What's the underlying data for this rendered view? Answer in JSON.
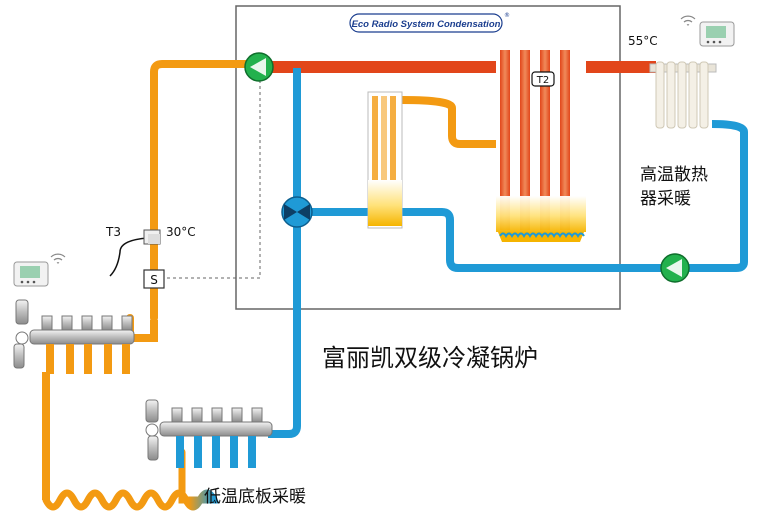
{
  "brand": {
    "logo_text": "Eco Radio System Condensation",
    "registered_mark": "®"
  },
  "boiler": {
    "title": "富丽凯双级冷凝锅炉"
  },
  "sensors": {
    "t3_label": "T3",
    "t3_temp": "30°C",
    "s_label": "S",
    "t2_label": "T2"
  },
  "radiator": {
    "supply_temp": "55°C",
    "label_line1": "高温散热",
    "label_line2": "器采暖"
  },
  "floor_heating": {
    "label": "低温底板采暖"
  },
  "colors": {
    "hot_pipe": "#e2461a",
    "warm_pipe": "#f39a12",
    "cold_pipe": "#1f9ad6",
    "pump": "#23b14d",
    "frame": "#666666"
  },
  "icons": [
    "thermostat-icon",
    "wifi-icon",
    "pump-icon",
    "three-way-valve-icon",
    "temperature-sensor-icon",
    "flame-icon",
    "radiator-icon",
    "manifold-icon"
  ]
}
